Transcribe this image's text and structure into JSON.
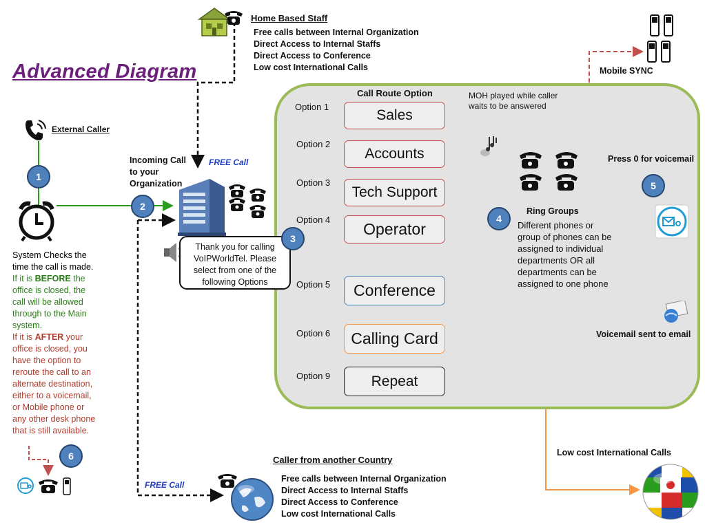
{
  "title": "Advanced Diagram",
  "home_staff": {
    "heading": "Home Based Staff",
    "bullets": [
      "Free calls between Internal Organization",
      "Direct Access to Internal Staffs",
      "Direct Access to Conference",
      "Low cost International Calls"
    ]
  },
  "foreign_caller": {
    "heading": "Caller from another Country",
    "bullets": [
      "Free calls between Internal Organization",
      "Direct Access to Internal Staffs",
      "Direct Access to Conference",
      "Low cost International Calls"
    ]
  },
  "external_caller": "External Caller",
  "incoming_call": [
    "Incoming Call",
    "to your",
    "Organization"
  ],
  "free_call": "FREE Call",
  "free_call_bottom": "FREE Call",
  "system_checks": {
    "intro": [
      "System Checks the",
      "time the call is made."
    ],
    "before": [
      "If it is ",
      "BEFORE",
      " the",
      "office is closed, the",
      "call will be allowed",
      "through to the Main",
      "system."
    ],
    "after": [
      "If it is ",
      "AFTER",
      " your",
      "office is closed, you",
      "have the option to",
      "reroute the call to an",
      "alternate destination,",
      "either to a voicemail,",
      "or Mobile phone or",
      "any other desk phone",
      "that is still available."
    ]
  },
  "greeting": [
    "Thank you for calling",
    "VoIPWorldTel. Please",
    "select from one of the",
    "following Options"
  ],
  "call_route_option": "Call Route Option",
  "options": [
    {
      "label": "Option 1",
      "box": "Sales"
    },
    {
      "label": "Option 2",
      "box": "Accounts"
    },
    {
      "label": "Option 3",
      "box": "Tech Support"
    },
    {
      "label": "Option 4",
      "box": "Operator"
    },
    {
      "label": "Option 5",
      "box": "Conference"
    },
    {
      "label": "Option 6",
      "box": "Calling Card"
    },
    {
      "label": "Option 9",
      "box": "Repeat"
    }
  ],
  "moh": [
    "MOH played while caller",
    "waits to be answered"
  ],
  "ring_groups": {
    "heading": "Ring Groups",
    "text": [
      "Different phones or",
      "group of phones can be",
      "assigned to individual",
      "departments OR all",
      "departments can be",
      "assigned to one phone"
    ]
  },
  "mobile_sync": "Mobile SYNC",
  "press_0": "Press 0 for voicemail",
  "voicemail_email": "Voicemail sent to email",
  "intl_calls": "Low cost International Calls",
  "steps": [
    "1",
    "2",
    "3",
    "4",
    "5",
    "6"
  ],
  "colors": {
    "red": "#c0504d",
    "blue": "#4f81bd",
    "orange": "#f79646",
    "green": "#2a9d1f",
    "title": "#6b1f7a",
    "panel_border": "#9bbb59"
  }
}
